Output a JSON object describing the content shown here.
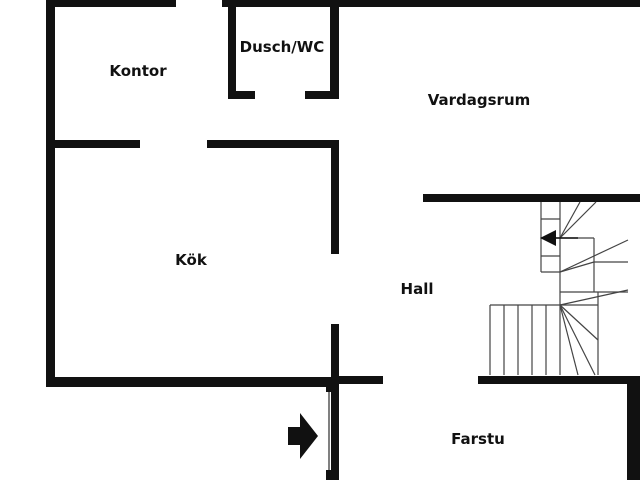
{
  "rooms": {
    "kontor": "Kontor",
    "dusch_wc": "Dusch/WC",
    "vardagsrum": "Vardagsrum",
    "kok": "Kök",
    "hall": "Hall",
    "farstu": "Farstu"
  },
  "colors": {
    "wall": "#111111",
    "stair_line": "#444444",
    "background": "#ffffff"
  },
  "icons": {
    "entrance": "entrance-arrow-icon",
    "stair_direction": "stair-direction-arrow-icon"
  }
}
